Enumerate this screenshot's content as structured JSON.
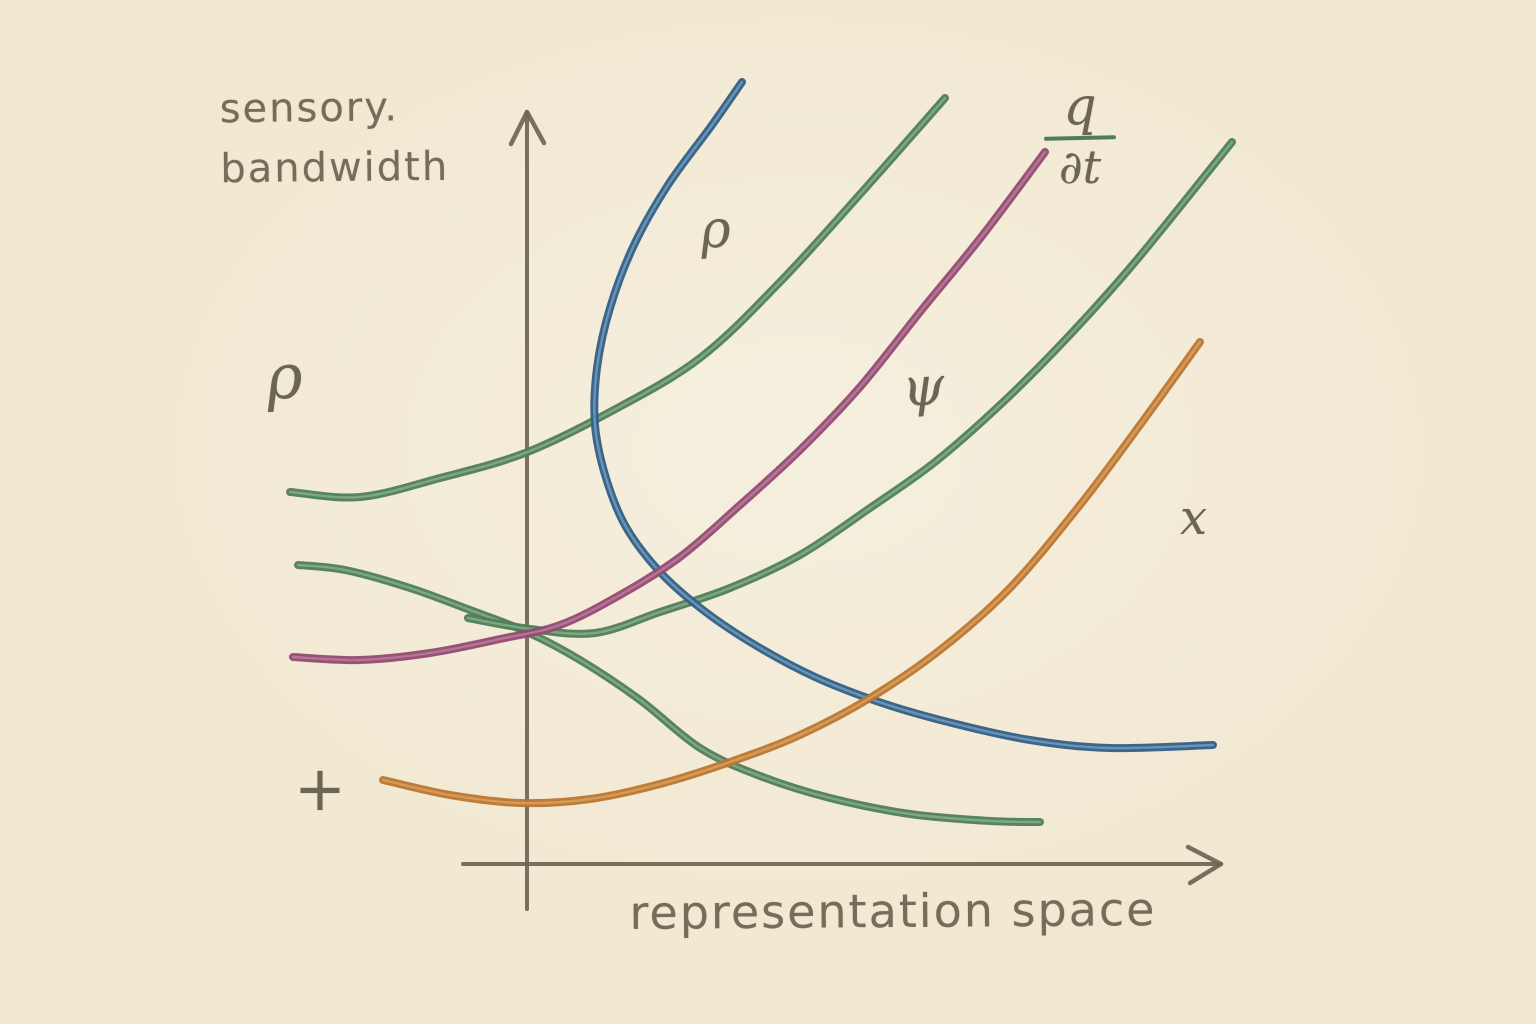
{
  "page": {
    "kind": "hand-drawn chart on paper",
    "background_color": "#f1e8d0",
    "ink_color": "#6e6554",
    "text_color": "#756c5a"
  },
  "chart_data": {
    "type": "line",
    "title": "",
    "xlabel": "representation space",
    "ylabel": "sensory bandwidth",
    "ylabel_lines": [
      "sensory.",
      "bandwidth"
    ],
    "grid": false,
    "legend": "none (curves annotated with symbols on canvas)",
    "coords": "pixels, origin top-left, y increases downward",
    "axes": {
      "color": "#6e6554",
      "stroke_width": 4,
      "y_axis": {
        "x": 527,
        "y_top": 112,
        "y_bottom": 909,
        "arrow": "up"
      },
      "x_axis": {
        "y": 864,
        "x_start": 463,
        "x_end": 1221,
        "arrow": "right"
      }
    },
    "series": [
      {
        "name": "green-rising-upper",
        "annotation": "ρ",
        "color": "#4e7e55",
        "highlight": "#8db393",
        "points": [
          [
            290,
            492
          ],
          [
            360,
            497
          ],
          [
            440,
            478
          ],
          [
            525,
            453
          ],
          [
            610,
            412
          ],
          [
            700,
            358
          ],
          [
            780,
            282
          ],
          [
            862,
            192
          ],
          [
            945,
            98
          ]
        ]
      },
      {
        "name": "green-falling",
        "annotation": "",
        "color": "#4e7e55",
        "highlight": "#8db393",
        "points": [
          [
            298,
            565
          ],
          [
            345,
            570
          ],
          [
            410,
            588
          ],
          [
            470,
            610
          ],
          [
            527,
            632
          ],
          [
            580,
            660
          ],
          [
            640,
            700
          ],
          [
            700,
            748
          ],
          [
            760,
            776
          ],
          [
            830,
            798
          ],
          [
            910,
            814
          ],
          [
            990,
            821
          ],
          [
            1040,
            822
          ]
        ]
      },
      {
        "name": "green-psi-curve",
        "annotation": "ψ",
        "color": "#4e7e55",
        "highlight": "#8db393",
        "points": [
          [
            468,
            618
          ],
          [
            530,
            629
          ],
          [
            595,
            633
          ],
          [
            660,
            612
          ],
          [
            730,
            588
          ],
          [
            800,
            555
          ],
          [
            870,
            508
          ],
          [
            935,
            462
          ],
          [
            1000,
            405
          ],
          [
            1065,
            340
          ],
          [
            1135,
            262
          ],
          [
            1232,
            142
          ]
        ]
      },
      {
        "name": "blue-c-curve",
        "annotation": "ρ",
        "color": "#2f5f88",
        "highlight": "#7da3c2",
        "points": [
          [
            742,
            82
          ],
          [
            712,
            125
          ],
          [
            668,
            185
          ],
          [
            634,
            245
          ],
          [
            610,
            308
          ],
          [
            597,
            368
          ],
          [
            595,
            425
          ],
          [
            606,
            478
          ],
          [
            626,
            527
          ],
          [
            660,
            572
          ],
          [
            703,
            610
          ],
          [
            755,
            645
          ],
          [
            815,
            677
          ],
          [
            882,
            703
          ],
          [
            952,
            723
          ],
          [
            1030,
            740
          ],
          [
            1110,
            748
          ],
          [
            1213,
            745
          ]
        ]
      },
      {
        "name": "purple-dq-dt-curve",
        "annotation": "q/∂t",
        "color": "#944a71",
        "highlight": "#bb84a2",
        "points": [
          [
            293,
            657
          ],
          [
            360,
            660
          ],
          [
            430,
            653
          ],
          [
            500,
            639
          ],
          [
            560,
            625
          ],
          [
            620,
            595
          ],
          [
            680,
            557
          ],
          [
            740,
            505
          ],
          [
            800,
            450
          ],
          [
            860,
            387
          ],
          [
            920,
            312
          ],
          [
            982,
            236
          ],
          [
            1045,
            152
          ]
        ]
      },
      {
        "name": "orange-x-curve",
        "annotation": "x",
        "color": "#bc7630",
        "highlight": "#dca566",
        "points": [
          [
            383,
            780
          ],
          [
            450,
            795
          ],
          [
            520,
            803
          ],
          [
            590,
            799
          ],
          [
            660,
            784
          ],
          [
            730,
            762
          ],
          [
            800,
            735
          ],
          [
            870,
            698
          ],
          [
            940,
            650
          ],
          [
            1010,
            588
          ],
          [
            1080,
            505
          ],
          [
            1140,
            425
          ],
          [
            1200,
            342
          ]
        ]
      }
    ]
  },
  "labels": {
    "y_axis_line1": "sensory.",
    "y_axis_line2": "bandwidth",
    "x_axis": "representation space"
  },
  "annotations": {
    "rho_left": {
      "text": "ρ",
      "near": "left of y-axis above green curves"
    },
    "rho_upper": {
      "text": "ρ",
      "near": "between blue and upper green curve"
    },
    "psi": {
      "text": "ψ",
      "near": "left of rising green psi curve"
    },
    "x_script": {
      "text": "x",
      "near": "right side, above orange curve end"
    },
    "plus": {
      "text": "+",
      "near": "lower left, above orange curve start"
    },
    "q_over_dt": {
      "numerator": "q",
      "denominator": "∂t",
      "bar_color": "#4e7e55",
      "near": "top end of purple curve"
    }
  }
}
